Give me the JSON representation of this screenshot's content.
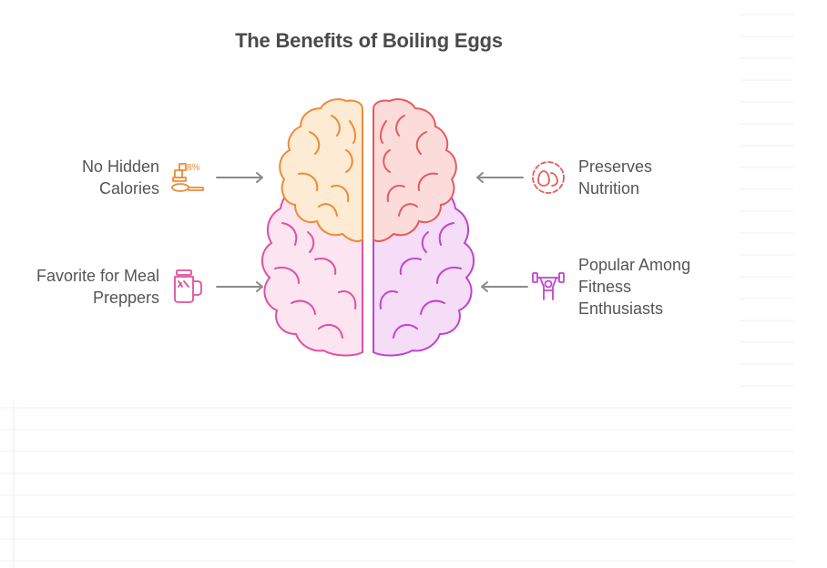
{
  "title": "The Benefits of Boiling Eggs",
  "items": [
    {
      "line1": "No Hidden",
      "line2": "Calories",
      "icon": "scale-calories-icon",
      "color": "#ec8b3c"
    },
    {
      "line1": "Favorite for Meal",
      "line2": "Preppers",
      "icon": "meal-prep-jar-icon",
      "color": "#e0519c"
    },
    {
      "line1": "Preserves",
      "line2": "Nutrition",
      "icon": "egg-icon",
      "color": "#e85a5a"
    },
    {
      "line1": "Popular Among",
      "line2": "Fitness",
      "line3": "Enthusiasts",
      "icon": "weightlifter-icon",
      "color": "#c043d0"
    }
  ],
  "colors": {
    "orange": "#ec8b3c",
    "orange_fill": "#fdebd3",
    "red": "#e85a5a",
    "red_fill": "#fcdcdb",
    "pink": "#e0519c",
    "pink_fill": "#fce4f1",
    "purple": "#c043d0",
    "purple_fill": "#f5dcf7",
    "arrow": "#8a8a8a",
    "text": "#555555"
  }
}
